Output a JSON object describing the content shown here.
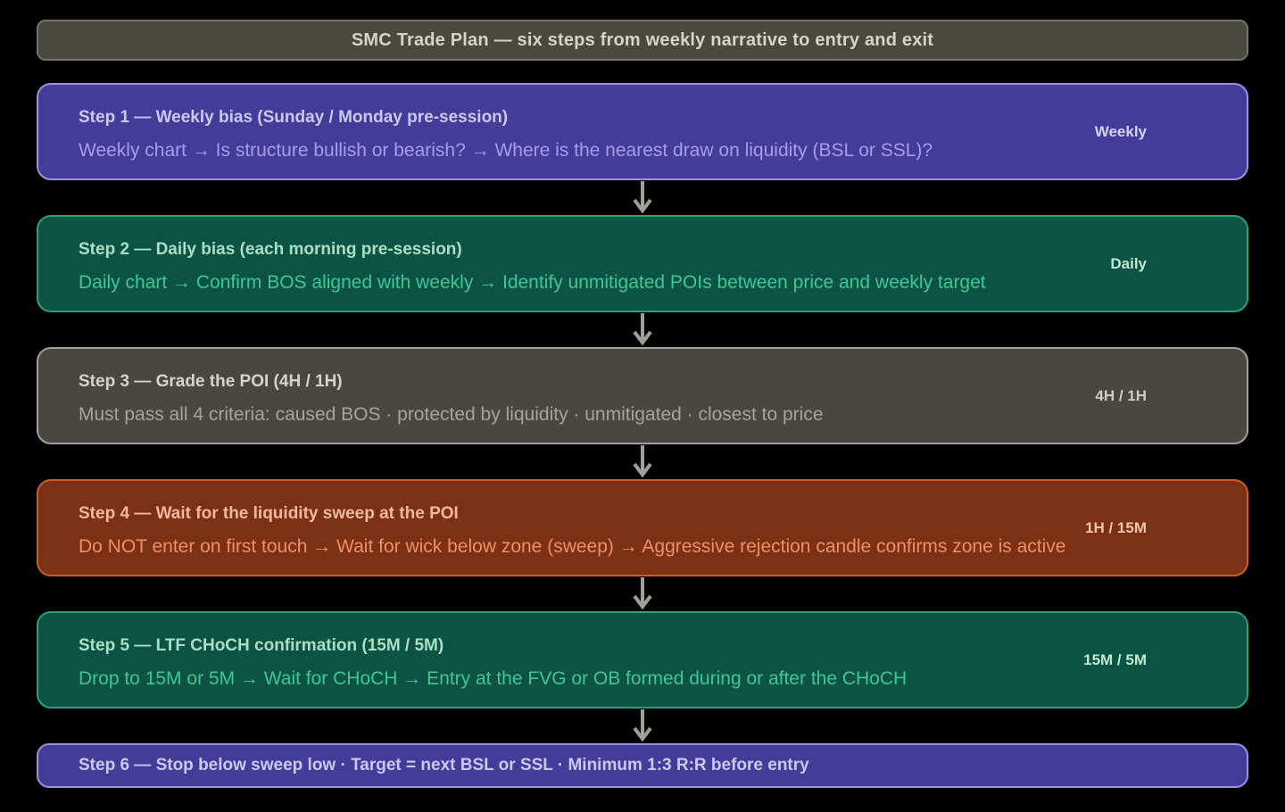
{
  "header": {
    "title": "SMC Trade Plan — six steps from weekly narrative to entry and exit"
  },
  "steps": [
    {
      "title": "Step 1 — Weekly bias (Sunday / Monday pre-session)",
      "body": "Weekly chart → Is structure bullish or bearish? → Where is the nearest draw on liquidity (BSL or SSL)?",
      "badge": "Weekly"
    },
    {
      "title": "Step 2 — Daily bias (each morning pre-session)",
      "body": "Daily chart → Confirm BOS aligned with weekly → Identify unmitigated POIs between price and weekly target",
      "badge": "Daily"
    },
    {
      "title": "Step 3 — Grade the POI (4H / 1H)",
      "body": "Must pass all 4 criteria: caused BOS · protected by liquidity · unmitigated · closest to price",
      "badge": "4H / 1H"
    },
    {
      "title": "Step 4 — Wait for the liquidity sweep at the POI",
      "body": "Do NOT enter on first touch → Wait for wick below zone (sweep) → Aggressive rejection candle confirms zone is active",
      "badge": "1H / 15M"
    },
    {
      "title": "Step 5 — LTF CHoCH confirmation (15M / 5M)",
      "body": "Drop to 15M or 5M → Wait for CHoCH → Entry at the FVG or OB formed during or after the CHoCH",
      "badge": "15M / 5M"
    }
  ],
  "final_step": {
    "title": "Step 6 — Stop below sweep low · Target = next BSL or SSL · Minimum 1:3 R:R before entry"
  },
  "colors": {
    "background": "#000000",
    "header_fill": "#4a4940",
    "purple_fill": "#443c99",
    "purple_border": "#9b94da",
    "green_fill": "#0d5344",
    "green_border": "#2fa077",
    "gray_fill": "#494840",
    "gray_border": "#a3a09a",
    "rust_fill": "#7c3014",
    "rust_border": "#c2602f",
    "arrow": "#a19f98"
  }
}
